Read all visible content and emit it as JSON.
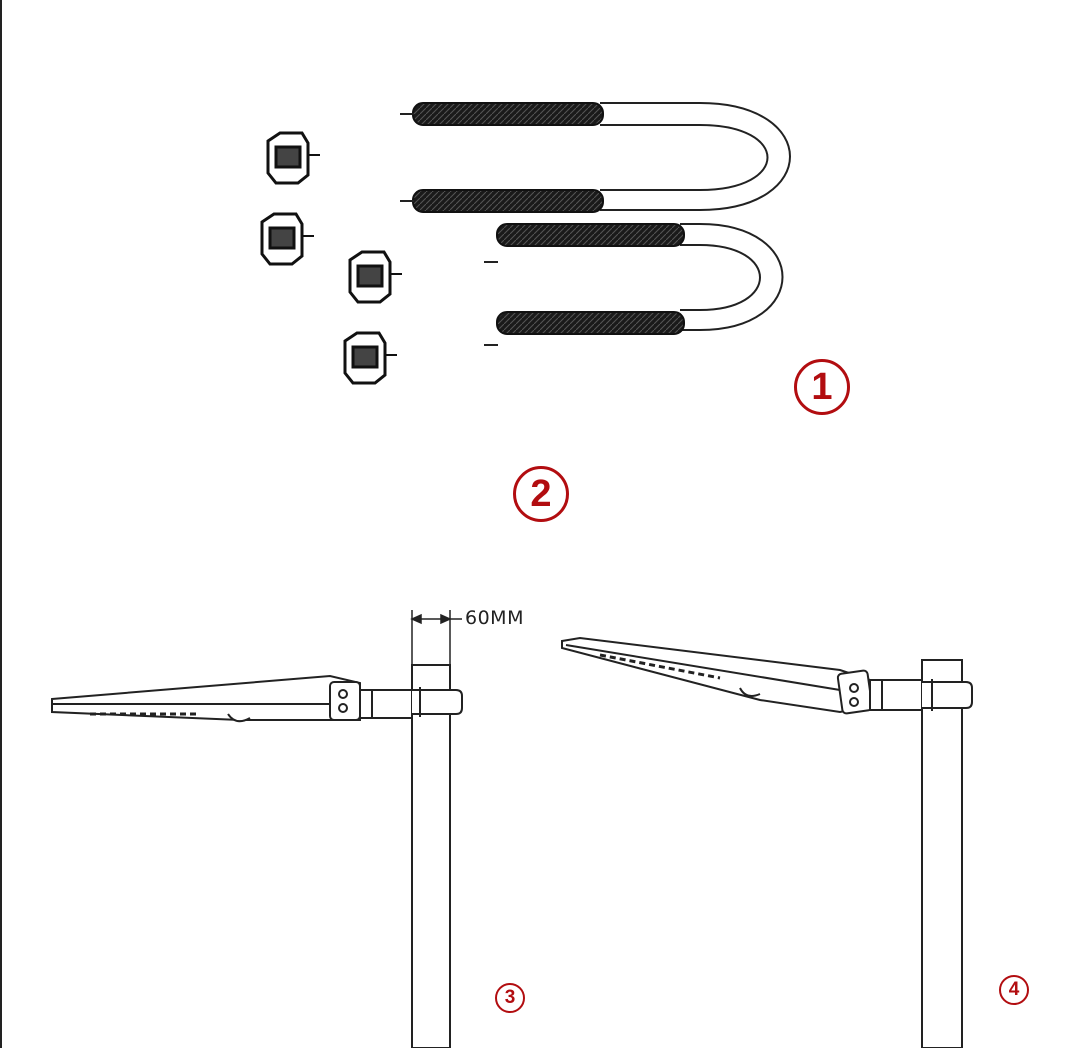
{
  "steps": [
    {
      "label": "1"
    },
    {
      "label": "2"
    },
    {
      "label": "3"
    },
    {
      "label": "4"
    }
  ],
  "dimension": {
    "label": "60MM"
  },
  "colors": {
    "step_marker": "#b20d10",
    "line": "#222222",
    "background": "#ffffff"
  }
}
